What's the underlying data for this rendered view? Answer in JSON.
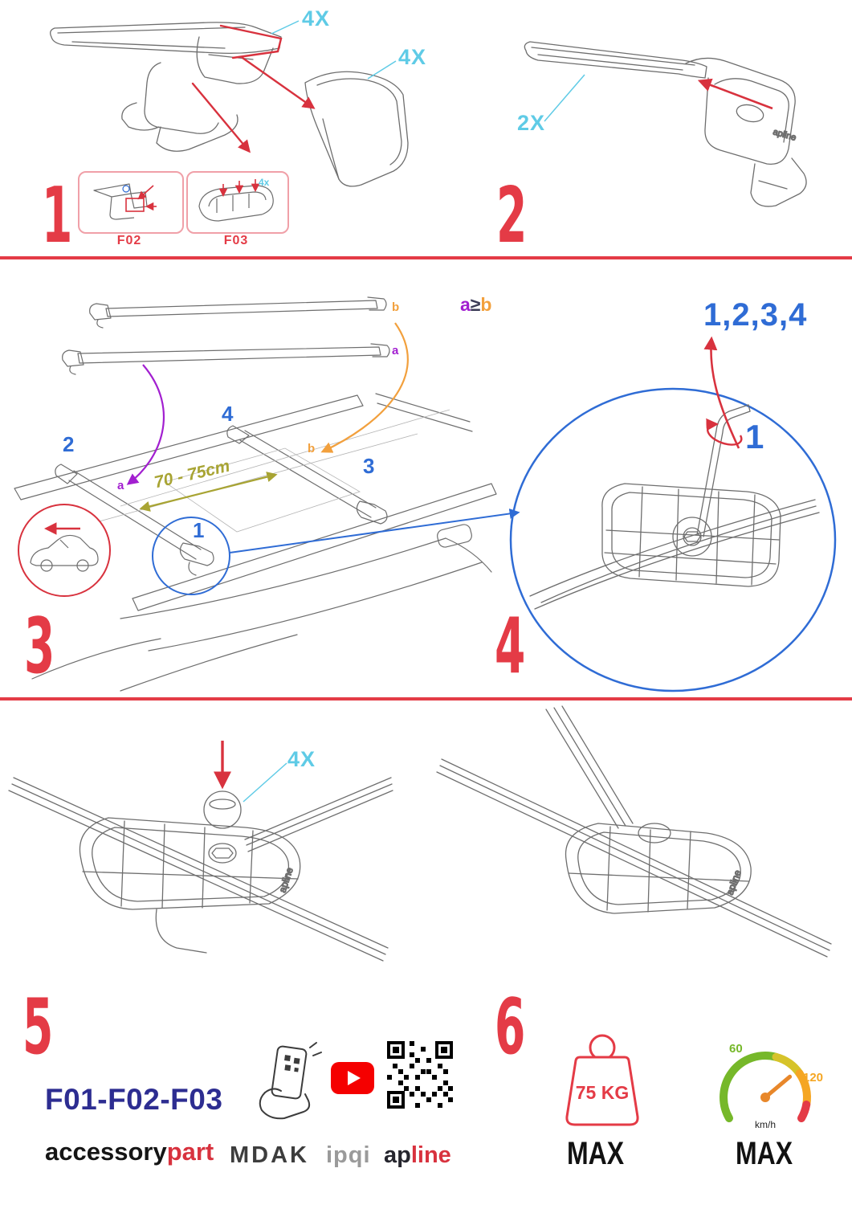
{
  "colors": {
    "red": "#e43b46",
    "brand_red": "#d8323e",
    "cyan": "#5fcbe6",
    "blue": "#2f6cd5",
    "purple": "#a21fd0",
    "orange": "#f2a03d",
    "olive": "#a8a433",
    "navy": "#2d2d91",
    "gray": "#9a9a9a",
    "green": "#76b82a",
    "speed_orange": "#f5a623"
  },
  "steps": {
    "s1": {
      "num": "1",
      "qty_top": "4X",
      "qty_side": "4X",
      "box1_label": "F02",
      "box2_label": "F03",
      "box2_qty": "4x"
    },
    "s2": {
      "num": "2",
      "qty": "2X"
    },
    "s3": {
      "num": "3",
      "loose_bar_top": "b",
      "loose_bar_bottom": "a",
      "formula_a": "a",
      "formula_op": "≥",
      "formula_b": "b",
      "pos1": "1",
      "pos2": "2",
      "pos3": "3",
      "pos4": "4",
      "point_a": "a",
      "point_b": "b",
      "distance": "70 - 75cm"
    },
    "s4": {
      "num": "4",
      "sequence": "1,2,3,4",
      "callout": "1"
    },
    "s5": {
      "num": "5",
      "qty": "4X"
    },
    "s6": {
      "num": "6"
    }
  },
  "brand_mark": "apline",
  "footer": {
    "codes": "F01-F02-F03",
    "brand_accessory": "accessory",
    "brand_part": "part",
    "brand_mdak": "MDAK",
    "brand_ipqi": "ipqi",
    "brand_ap": "ap",
    "brand_line": "line"
  },
  "limits": {
    "weight": "75 KG",
    "weight_max": "MAX",
    "speed_low": "60",
    "speed_high": "120",
    "speed_unit": "km/h",
    "speed_max": "MAX"
  }
}
